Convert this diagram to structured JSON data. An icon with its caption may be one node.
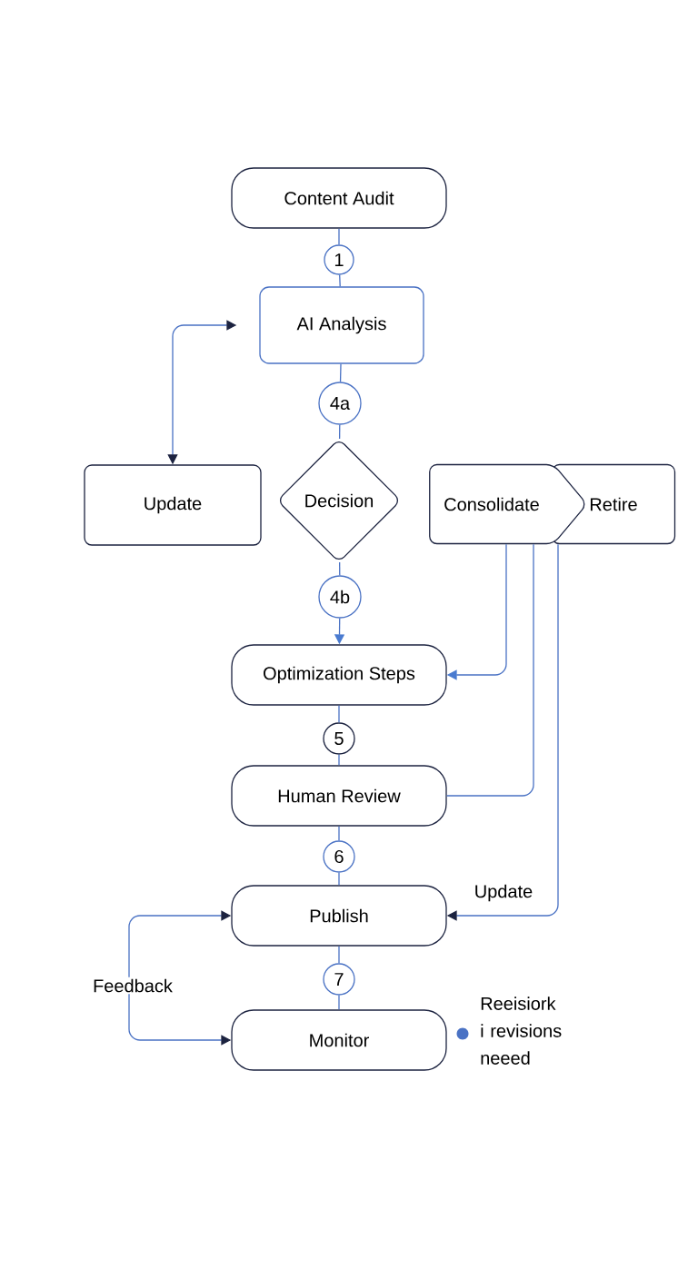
{
  "diagram": {
    "nodes": [
      {
        "text": [
          "Content Audit"
        ]
      },
      {
        "text": [
          "1"
        ]
      },
      {
        "text": [
          "AI Analysis"
        ]
      },
      {
        "text": [
          "4a"
        ]
      },
      {
        "text": [
          "Update"
        ]
      },
      {
        "text": [
          "Decision"
        ]
      },
      {
        "text": [
          "Consolidate"
        ]
      },
      {
        "text": [
          "Retire"
        ]
      },
      {
        "text": [
          "4b"
        ]
      },
      {
        "text": [
          "Optimization Steps"
        ]
      },
      {
        "text": [
          "5"
        ]
      },
      {
        "text": [
          "Human Review"
        ]
      },
      {
        "text": [
          "6"
        ]
      },
      {
        "text": [
          "Publish"
        ]
      },
      {
        "text": [
          "7"
        ]
      },
      {
        "text": [
          "Monitor"
        ]
      }
    ],
    "edges": [
      {
        "from": 0,
        "to": 1,
        "arrow": "none"
      },
      {
        "from": 1,
        "to": 2,
        "arrow": "none"
      },
      {
        "from": 2,
        "to": 3,
        "arrow": "none"
      },
      {
        "from": 3,
        "to": 5,
        "arrow": "none"
      },
      {
        "from": 4,
        "to": 2,
        "arrow": "both"
      },
      {
        "from": 5,
        "to": 8,
        "arrow": "none"
      },
      {
        "from": 8,
        "to": 9,
        "arrow": "to",
        "color": "#4a7bd0"
      },
      {
        "from": 6,
        "to": 9,
        "arrow": "to",
        "color": "#4a7bd0"
      },
      {
        "from": 9,
        "to": 10,
        "arrow": "none"
      },
      {
        "from": 10,
        "to": 11,
        "arrow": "none"
      },
      {
        "from": 6,
        "to": 11,
        "arrow": "none"
      },
      {
        "from": 11,
        "to": 12,
        "arrow": "none"
      },
      {
        "from": 12,
        "to": 13,
        "arrow": "none"
      },
      {
        "from": 7,
        "to": 13,
        "arrow": "to",
        "label": "Update"
      },
      {
        "from": 13,
        "to": 14,
        "arrow": "none"
      },
      {
        "from": 14,
        "to": 15,
        "arrow": "none"
      },
      {
        "from": 13,
        "to": 15,
        "arrow": "both",
        "label": "Feedback"
      }
    ],
    "labels": [
      "Reeisiork i revisions neeed"
    ]
  }
}
